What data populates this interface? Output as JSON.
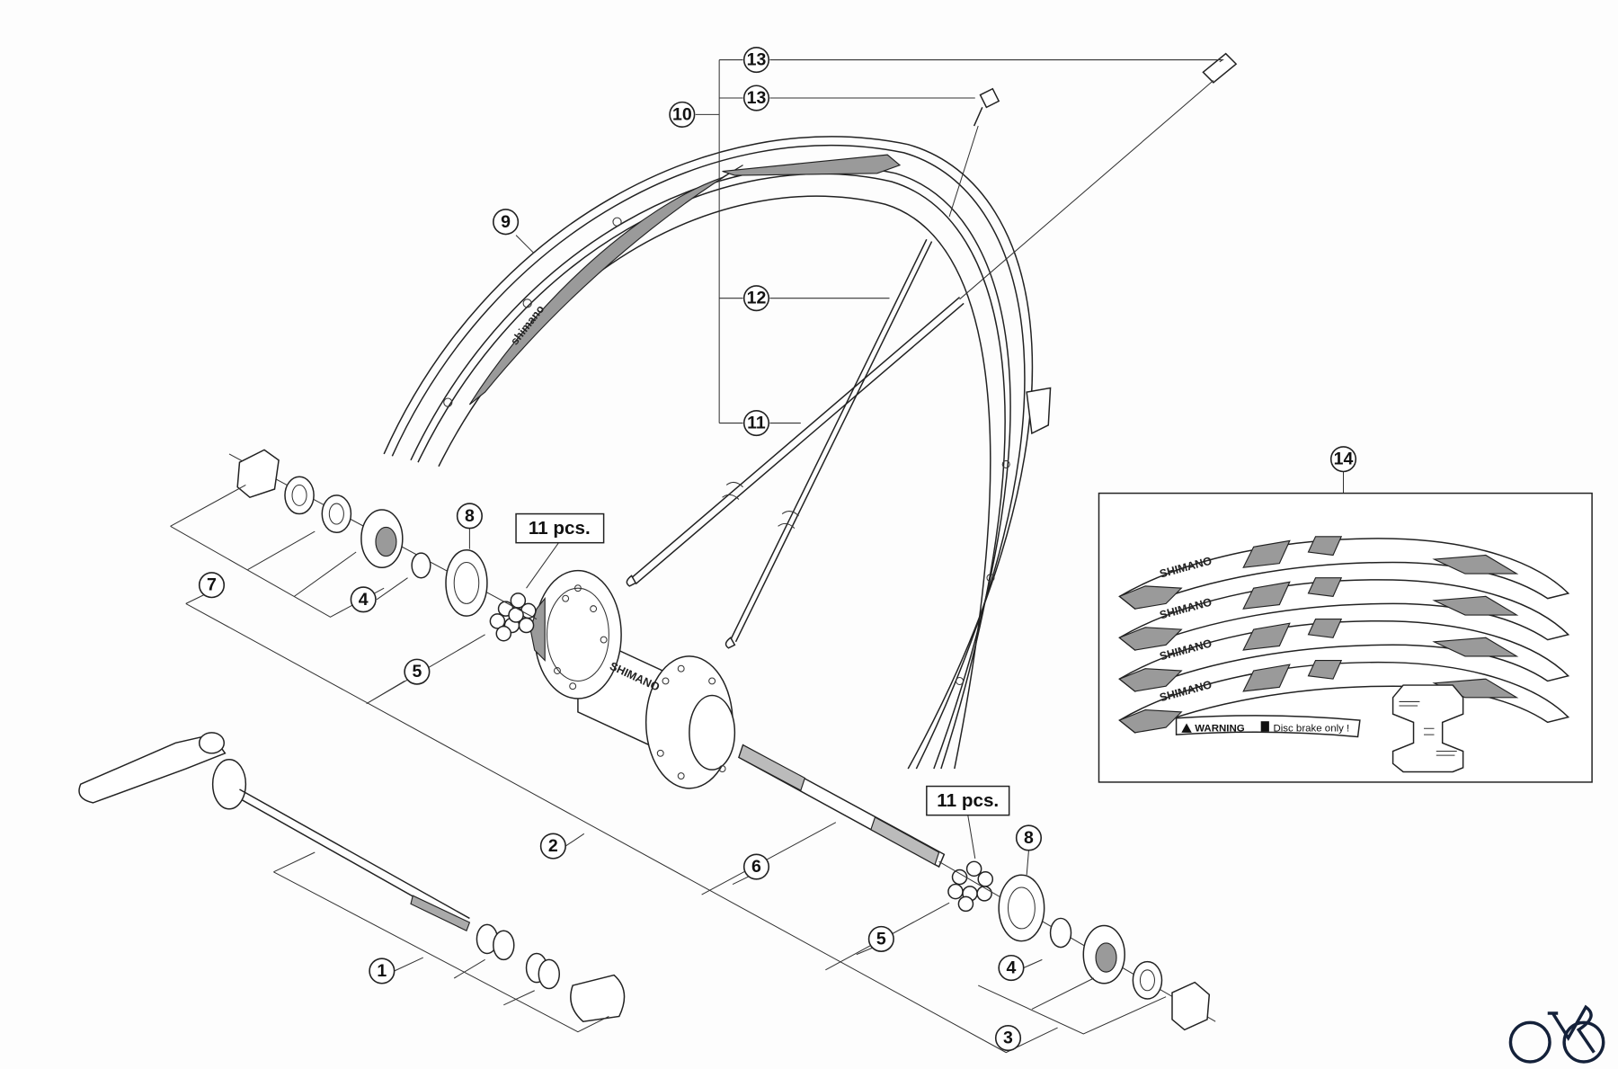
{
  "diagram": {
    "callouts": {
      "c1": "1",
      "c2": "2",
      "c3": "3",
      "c4a": "4",
      "c4b": "4",
      "c5a": "5",
      "c5b": "5",
      "c6": "6",
      "c7": "7",
      "c8a": "8",
      "c8b": "8",
      "c9": "9",
      "c10": "10",
      "c11": "11",
      "c12": "12",
      "c13a": "13",
      "c13b": "13",
      "c14": "14"
    },
    "notes": {
      "balls_left": "11 pcs.",
      "balls_right": "11 pcs."
    },
    "hub_brand": "SHIMANO",
    "rim_brand": "shimano",
    "decals": {
      "brand": "SHIMANO",
      "warning": "WARNING",
      "disc_brake": "Disc brake only !"
    },
    "colors": {
      "line": "#222222",
      "decal_fill": "#9a9a9a",
      "logo": "#14213a"
    }
  }
}
